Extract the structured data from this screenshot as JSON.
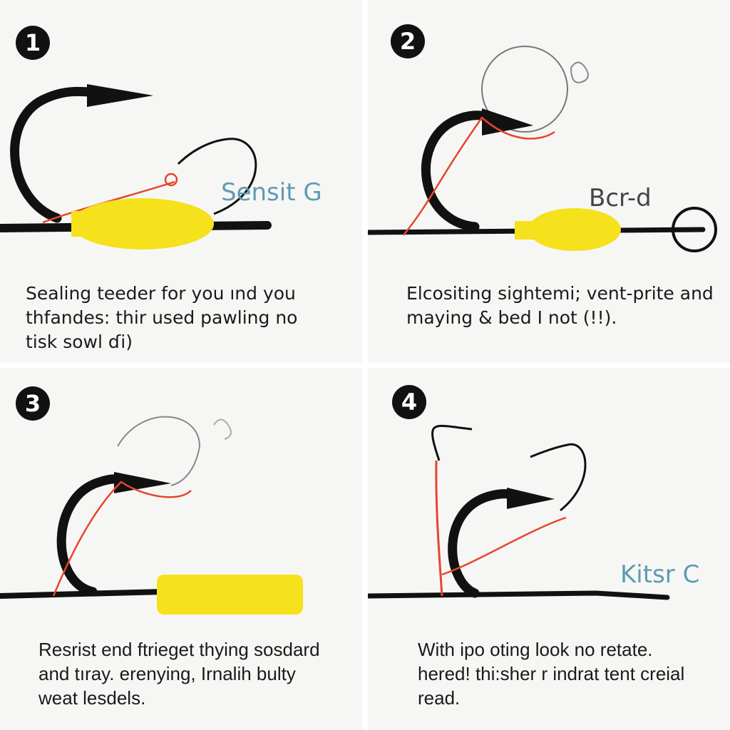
{
  "panels": [
    {
      "step": "1",
      "brand": "Sensit G",
      "caption": "Sealing teeder for you ınd you\nthfandes: thir used pawling no\ntisk sowl ɗi)"
    },
    {
      "step": "2",
      "brand": "Bcr-d",
      "caption": "Elcositing sightemi; vent-prite and\nmaying & bed I not (!!)."
    },
    {
      "step": "3",
      "brand": "",
      "caption": "Resrist end ftrieget thying sosdard\nand tıray. erenying, Irnalih bulty\nweat lesdels."
    },
    {
      "step": "4",
      "brand": "Kitsr C",
      "caption": "With ipo oting look no retate.\nhered! thi:sher r indrat tent creial\nread."
    }
  ],
  "colors": {
    "hook": "#111111",
    "float": "#f5e11c",
    "line": "#e8452c",
    "brand": "#5f9bb4"
  }
}
